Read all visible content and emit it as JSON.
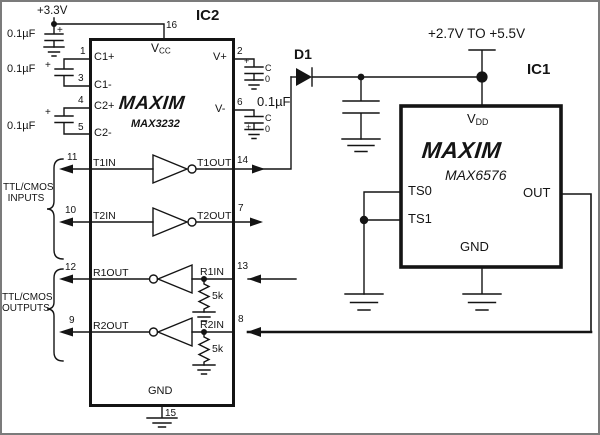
{
  "supplies": {
    "v33": "+3.3V",
    "vrange": "+2.7V TO +5.5V"
  },
  "ic2": {
    "ref": "IC2",
    "brand": "MAXIM",
    "part": "MAX3232",
    "pins": {
      "n1": "1",
      "n2": "2",
      "n3": "3",
      "n4": "4",
      "n5": "5",
      "n6": "6",
      "n7": "7",
      "n8": "8",
      "n9": "9",
      "n10": "10",
      "n11": "11",
      "n12": "12",
      "n13": "13",
      "n14": "14",
      "n15": "15",
      "n16": "16"
    },
    "names": {
      "vcc_base": "V",
      "vcc_sub": "CC",
      "c1p": "C1+",
      "c1m": "C1-",
      "c2p": "C2+",
      "c2m": "C2-",
      "vp": "V+",
      "vm": "V-",
      "t1in": "T1IN",
      "t1out": "T1OUT",
      "t2in": "T2IN",
      "t2out": "T2OUT",
      "r1out": "R1OUT",
      "r1in": "R1IN",
      "r2out": "R2OUT",
      "r2in": "R2IN",
      "gnd": "GND"
    }
  },
  "ic1": {
    "ref": "IC1",
    "brand": "MAXIM",
    "part": "MAX6576",
    "names": {
      "vdd_base": "V",
      "vdd_sub": "DD",
      "ts0": "TS0",
      "ts1": "TS1",
      "out": "OUT",
      "gnd": "GND"
    }
  },
  "components": {
    "diode": "D1",
    "cap_value": "0.1µF",
    "resistor_value": "5k",
    "plus_sign": "+",
    "cap_tag_top": "C",
    "cap_tag_bottom": "0"
  },
  "annotations": {
    "ttl_cmos": "TTL/CMOS",
    "inputs": "INPUTS",
    "outputs": "OUTPUTS"
  }
}
